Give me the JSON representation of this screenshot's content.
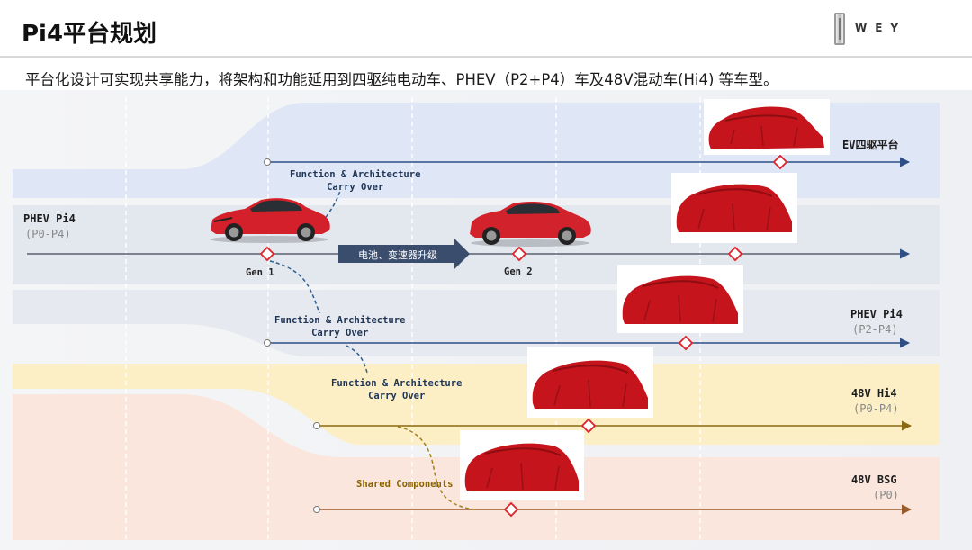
{
  "header": {
    "title": "Pi4平台规划",
    "logo": "WEY"
  },
  "subtitle": "平台化设计可实现共享能力，将架构和功能延用到四驱纯电动车、PHEV（P2+P4）车及48V混动车(Hi4) 等车型。",
  "tracks": [
    {
      "id": "ev",
      "name": "EV四驱平台",
      "sub": ""
    },
    {
      "id": "phev-main",
      "name": "PHEV Pi4",
      "sub": "(P0-P4)"
    },
    {
      "id": "phev-p2p4",
      "name": "PHEV Pi4",
      "sub": "(P2-P4)"
    },
    {
      "id": "hi4",
      "name": "48V Hi4",
      "sub": "(P0-P4)"
    },
    {
      "id": "bsg",
      "name": "48V BSG",
      "sub": "(P0)"
    }
  ],
  "annotations": {
    "carry_over_1": "Function & Architecture\nCarry Over",
    "carry_over_2": "Function & Architecture\nCarry Over",
    "carry_over_3": "Function & Architecture\nCarry Over",
    "shared": "Shared Components",
    "upgrade": "电池、变速器升级",
    "gen1": "Gen 1",
    "gen2": "Gen 2"
  },
  "colors": {
    "ev_band": "#dfe6f6",
    "phev_band": "#e1e6ee",
    "hi4_band": "#fbefc5",
    "bsg_band": "#fbe3d8",
    "blue_line": "#2d4f86",
    "gold_line": "#8a6a12",
    "orange_line": "#9a5a2a",
    "milestone": "#e0242c"
  }
}
